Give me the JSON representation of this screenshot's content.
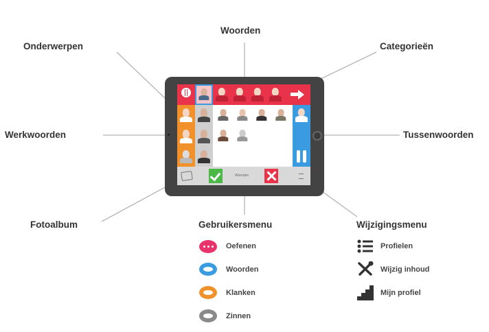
{
  "labels": {
    "woorden_top": "Woorden",
    "onderwerpen": "Onderwerpen",
    "categorieen": "Categorieën",
    "werkwoorden": "Werkwoorden",
    "tussenwoorden": "Tussenwoorden",
    "fotoalbum": "Fotoalbum",
    "gebruikersmenu": "Gebruikersmenu",
    "wijzigingsmenu": "Wijzigingsmenu"
  },
  "gebruikersmenu": [
    {
      "label": "Oefenen",
      "color": "#e8336c",
      "icon": "dots-bubble-icon"
    },
    {
      "label": "Woorden",
      "color": "#3a9be0",
      "icon": "speech-bubble-icon"
    },
    {
      "label": "Klanken",
      "color": "#f0912c",
      "icon": "speech-bubble-icon"
    },
    {
      "label": "Zinnen",
      "color": "#8a8a8a",
      "icon": "speech-bubble-icon"
    }
  ],
  "wijzigingsmenu": [
    {
      "label": "Profielen",
      "icon": "list-icon"
    },
    {
      "label": "Wijzig inhoud",
      "icon": "tools-icon"
    },
    {
      "label": "Mijn profiel",
      "icon": "stairs-icon"
    }
  ],
  "screen": {
    "bottom_text": "Woorden",
    "colors": {
      "red": "#e8334a",
      "orange": "#f0912c",
      "blue": "#3a9be0",
      "green": "#4cb848",
      "grey": "#d9d9d9"
    }
  }
}
